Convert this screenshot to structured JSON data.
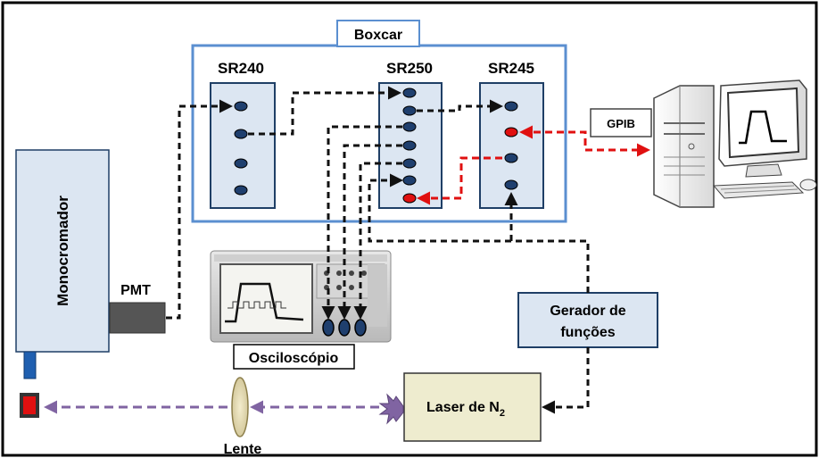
{
  "labels": {
    "boxcar": "Boxcar",
    "sr240": "SR240",
    "sr250": "SR250",
    "sr245": "SR245",
    "monocromador": "Monocromador",
    "pmt": "PMT",
    "gpib": "GPIB",
    "gerador_line1": "Gerador de",
    "gerador_line2": "funções",
    "osciloscopio": "Osciloscópio",
    "laser_prefix": "Laser de N",
    "laser_subscript": "2",
    "lente": "Lente"
  },
  "colors": {
    "frame": "#000000",
    "boxcar_border": "#5b8fd0",
    "module_fill": "#dce6f2",
    "module_border": "#1f3f66",
    "connector": "#1f3f6e",
    "connector_red": "#e01010",
    "signal_dash": "#111111",
    "gpib_dash": "#e01010",
    "laser_dash": "#8064a2",
    "laser_fill": "#eeeccf",
    "monochromator_fill": "#dce6f2",
    "pmt_fill": "#555555"
  },
  "icons": [
    "computer-icon",
    "oscilloscope-icon",
    "lens-icon",
    "laser-burst-icon",
    "detector-icon"
  ]
}
